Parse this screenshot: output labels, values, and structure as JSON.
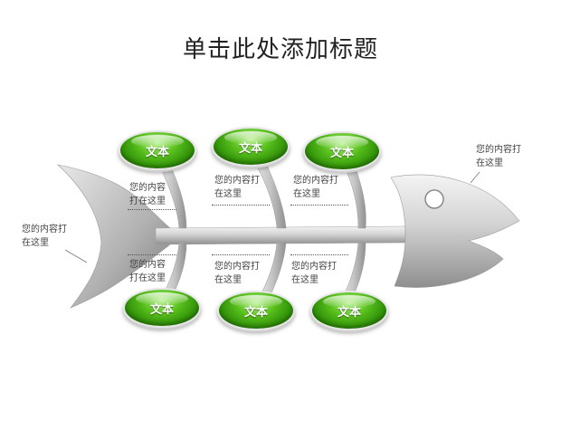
{
  "title": "单击此处添加标题",
  "colors": {
    "node_green": "#3aa50f",
    "fish_gray": "#b5b5b5"
  },
  "nodes": {
    "top": [
      "文本",
      "文本",
      "文本"
    ],
    "bottom": [
      "文本",
      "文本",
      "文本"
    ]
  },
  "labels": {
    "tail": "您的内容打\n在这里",
    "head": "您的内容打\n在这里",
    "top": [
      "您的内容\n打在这里",
      "您的内容打\n在这里",
      "您的内容打\n在这里"
    ],
    "bottom": [
      "您的内容\n打在这里",
      "您的内容打\n在这里",
      "您的内容打\n在这里"
    ]
  }
}
